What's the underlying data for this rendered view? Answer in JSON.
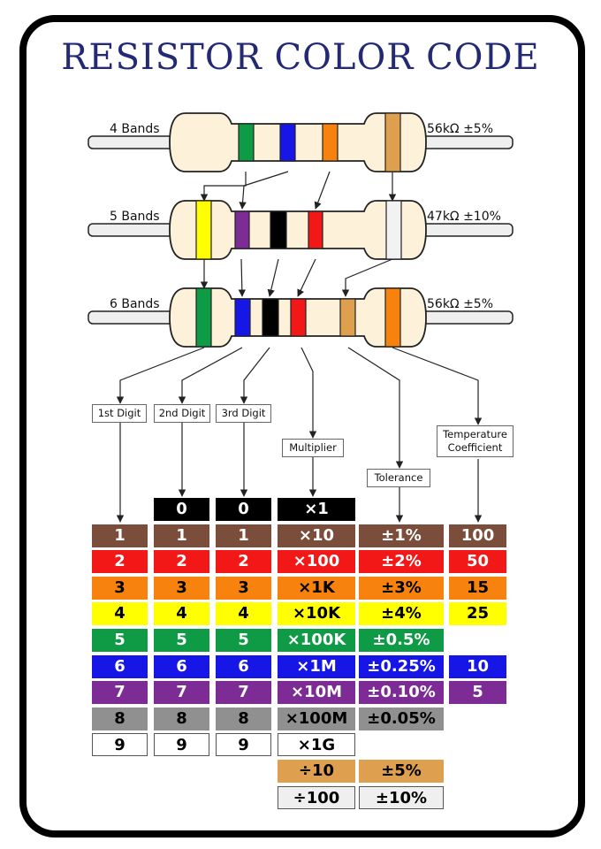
{
  "title": "RESISTOR COLOR CODE",
  "resistors": [
    {
      "label": "4 Bands",
      "value": "56kΩ ±5%",
      "bands": [
        "#0f9a45",
        "#1616e6",
        "#f7830e",
        "#dea04f"
      ]
    },
    {
      "label": "5 Bands",
      "value": "47kΩ ±10%",
      "bands": [
        "#ffff00",
        "#7d2c96",
        "#000000",
        "#f21818",
        "#f2f2f2"
      ]
    },
    {
      "label": "6 Bands",
      "value": "56kΩ ±5%",
      "bands": [
        "#0f9a45",
        "#1616e6",
        "#000000",
        "#f21818",
        "#dea04f",
        "#f7830e"
      ]
    }
  ],
  "categories": {
    "d1": "1st Digit",
    "d2": "2nd Digit",
    "d3": "3rd Digit",
    "mult": "Multiplier",
    "tol": "Tolerance",
    "temp_1": "Temperature",
    "temp_2": "Coefficient"
  },
  "colors": {
    "black": "#000000",
    "brown": "#7a4e3a",
    "red": "#f21818",
    "orange": "#f7830e",
    "yellow": "#ffff00",
    "green": "#0f9a45",
    "blue": "#1616e6",
    "violet": "#7d2c96",
    "grey": "#909090",
    "white": "#ffffff",
    "gold": "#dea04f",
    "silver": "#efefef"
  },
  "table": {
    "digits": [
      {
        "color": "black",
        "d1": "",
        "d2": "0",
        "d3": "0",
        "mult": "×1",
        "tol": "",
        "temp": ""
      },
      {
        "color": "brown",
        "d1": "1",
        "d2": "1",
        "d3": "1",
        "mult": "×10",
        "tol": "±1%",
        "temp": "100"
      },
      {
        "color": "red",
        "d1": "2",
        "d2": "2",
        "d3": "2",
        "mult": "×100",
        "tol": "±2%",
        "temp": "50"
      },
      {
        "color": "orange",
        "d1": "3",
        "d2": "3",
        "d3": "3",
        "mult": "×1K",
        "tol": "±3%",
        "temp": "15"
      },
      {
        "color": "yellow",
        "d1": "4",
        "d2": "4",
        "d3": "4",
        "mult": "×10K",
        "tol": "±4%",
        "temp": "25"
      },
      {
        "color": "green",
        "d1": "5",
        "d2": "5",
        "d3": "5",
        "mult": "×100K",
        "tol": "±0.5%",
        "temp": ""
      },
      {
        "color": "blue",
        "d1": "6",
        "d2": "6",
        "d3": "6",
        "mult": "×1M",
        "tol": "±0.25%",
        "temp": "10"
      },
      {
        "color": "violet",
        "d1": "7",
        "d2": "7",
        "d3": "7",
        "mult": "×10M",
        "tol": "±0.10%",
        "temp": "5"
      },
      {
        "color": "grey",
        "d1": "8",
        "d2": "8",
        "d3": "8",
        "mult": "×100M",
        "tol": "±0.05%",
        "temp": ""
      },
      {
        "color": "white",
        "d1": "9",
        "d2": "9",
        "d3": "9",
        "mult": "×1G",
        "tol": "",
        "temp": ""
      },
      {
        "color": "gold",
        "d1": "",
        "d2": "",
        "d3": "",
        "mult": "÷10",
        "tol": "±5%",
        "temp": ""
      },
      {
        "color": "silver",
        "d1": "",
        "d2": "",
        "d3": "",
        "mult": "÷100",
        "tol": "±10%",
        "temp": ""
      }
    ]
  }
}
